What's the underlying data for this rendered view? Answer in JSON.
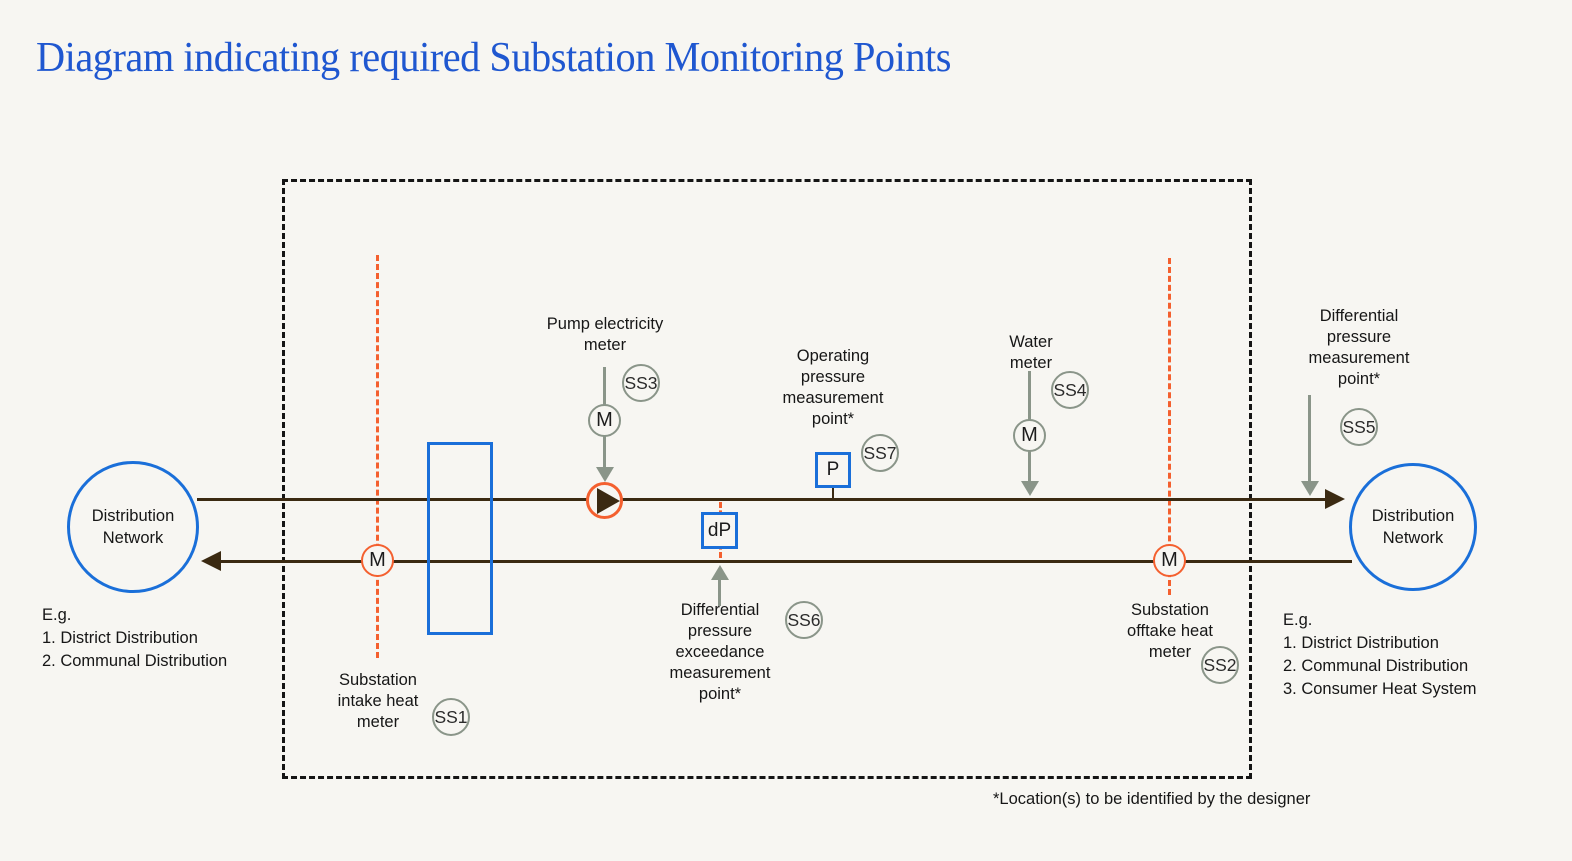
{
  "title": "Diagram indicating required Substation Monitoring Points",
  "footnote": "*Location(s) to be identified by the designer",
  "colors": {
    "title_blue": "#1f57d0",
    "diagram_blue": "#1a6fd9",
    "orange": "#f4602f",
    "sage_grey": "#8a9589",
    "pipe_brown": "#3b2a12",
    "text": "#161616",
    "background": "#f7f6f2"
  },
  "networks": {
    "left": {
      "label": "Distribution\nNetwork",
      "examples_heading": "E.g.",
      "examples": [
        "1. District Distribution",
        "2. Communal Distribution"
      ]
    },
    "right": {
      "label": "Distribution\nNetwork",
      "examples_heading": "E.g.",
      "examples": [
        "1. District Distribution",
        "2. Communal Distribution",
        "3. Consumer Heat System"
      ]
    }
  },
  "symbols": {
    "meter": "M",
    "pressure": "P",
    "differential_pressure": "dP"
  },
  "monitoring_points": {
    "ss1": {
      "id": "SS1",
      "label": "Substation\nintake heat\nmeter"
    },
    "ss2": {
      "id": "SS2",
      "label": "Substation\nofftake heat\nmeter"
    },
    "ss3": {
      "id": "SS3",
      "label": "Pump electricity\nmeter"
    },
    "ss4": {
      "id": "SS4",
      "label": "Water\nmeter"
    },
    "ss5": {
      "id": "SS5",
      "label": "Differential\npressure\nmeasurement\npoint*"
    },
    "ss6": {
      "id": "SS6",
      "label": "Differential\npressure\nexceedance\nmeasurement\npoint*"
    },
    "ss7": {
      "id": "SS7",
      "label": "Operating\npressure\nmeasurement\npoint*"
    }
  }
}
